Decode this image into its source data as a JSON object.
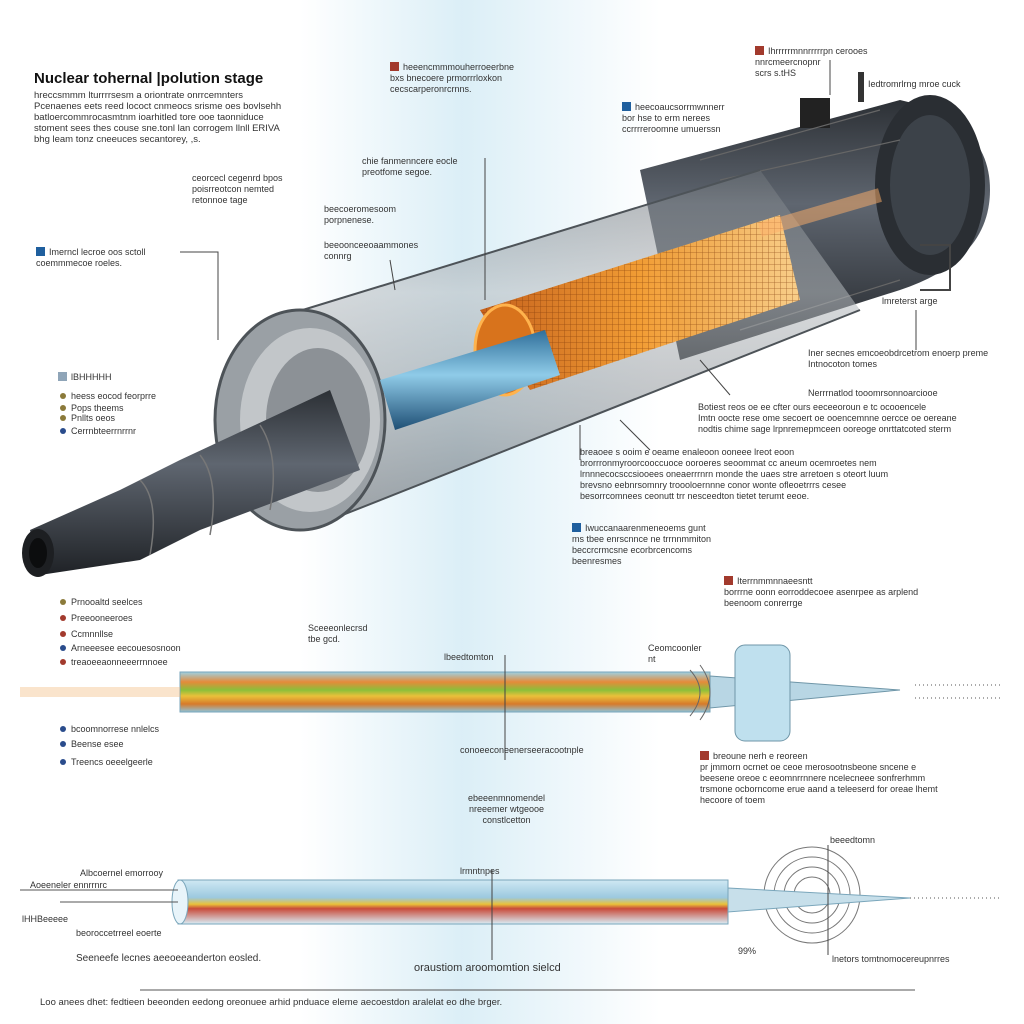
{
  "title": "Nuclear tohernal |polution stage",
  "intro": "hreccsmmm lturrrrsesm a oriontrate onrrcemnters\nPcenaenes eets reed lococt cnmeocs srisme oes bovlsehh\nbatloercommrocasmtnm ioarhitled tore ooe taonniduce\nstoment sees thes couse sne.tonl lan corrogem llnll ERIVA\nbhg leam tonz cneeuces secantorey,   ,s.",
  "colors": {
    "blue": "#1f5f9e",
    "red": "#a23a2d",
    "olive": "#8b7a3a",
    "bulletblue": "#2a4c8c",
    "glow": "#ff8a1e"
  },
  "callouts": {
    "top_center": "heeencmmmouherroeerbne\nbxs bnecoere prmorrrloxkon\ncecscarperonrcrnns.",
    "top_right_a": "Ihrrrrrmnnrrrrrpn cerooes\nnnrcmeercnopnr\nscrs s.tHS",
    "top_right_b": "Iedtromrlrng mroe cuck",
    "blue_upper": "heecoaucsorrmwnnerr\nbor hse to erm nerees\nccrrrreroomne umuerssn",
    "center_a": "chie fanmenncere eocle\npreotfome segoe.",
    "left_a": "ceorcecl cegenrd bpos\npoisrreotcon nemted\nretonnoe tage",
    "center_b": "beecoeromesoom\nporpnenese.",
    "center_c": "beeoonceeoaammones\nconnrg",
    "left_blue": "Imerncl lecroe oos sctoll\ncoemmmecoe roeles.",
    "right_a": "lmreterst arge",
    "right_b": "Iner secnes emcoeobdrcetrom enoerp preme\nIntnocoton tomes",
    "right_c": "Nerrrnatlod tooomrsonnoarciooe",
    "right_para": "Botiest reos oe ee cfter ours eeceeoroun e tc ocooencele\nImtn oocte rese ome secoert oe ooencemnne oercce oe oereane\nnodtis chime sage lrpnremepmceen ooreoge onrttatcoted sterm",
    "right_para2": "breaoee s ooim e oeame enaleoon ooneee lreot eoon\nbrorrronmyroorcooccuoce ooroeres seoommat cc aneum ocemroetes nem\nlrnnnecocsccsiooees oneaerrrnrn monde the uaes stre arretoen s oteort luum\nbrevsno eebnrsomnry troooloernnne conor wonte ofleoetrrrs cesee\nbesorrcomnees ceonutt trr nesceedton tietet terumt eeoe.",
    "blue_mid": "Iwuccanaarenmeneoems gunt\nms tbee enrscnnce ne trrnnmmiton\nbeccrcrmcsne ecorbrcencoms\nbeenresmes",
    "red_mid": "Iterrnmmnnaeesntt\nborrrne oonn eorroddecoee asenrpee as arplend\nbeenoom conrerrge",
    "center_bottom": "Sceeeonlecrsd\ntbe gcd.",
    "bar_top_label": "lbeedtomton",
    "bar_right_label": "Ceomcoonler\nnt",
    "bar_bottom_label": "conoeeconeenerseeracootnple",
    "red_low": "breoune nerh e reoreen\npr jmmorn ocrnet oe ceoe merosootnsbeone sncene e\nbeesene oreoe c eeomnrrnnere ncelecneee sonfrerhmm\ntrsmone ocborncome erue aand a teleeserd for oreae lhemt\nhecoore of toem",
    "center_low": "ebeeenmnomendel\nnreeemer wtgeooe\nconstlcetton",
    "bar2_top_label": "lrmntnpes",
    "bar2_right_top": "beeedtomn",
    "bar2_left_a": "Albcoernel emorrooy",
    "bar2_left_b": "Aoeeneler ennrrnrc",
    "bar2_left_c": "lHHBeeeee",
    "bar2_left_d": "beoroccetrreel eoerte",
    "bar2_pct": "99%",
    "bar2_right_bottom": "lnetors tomtnomocereupnrres",
    "bottom_left": "Seeneefe lecnes aeeoeeanderton eosled.",
    "bottom_center": "oraustiom aroomomtion sielcd",
    "footer": "Loo anees dhet: fedtieen beeonden eedong oreonuee arhid pnduace eleme aecoestdon aralelat eo dhe brger."
  },
  "legend_top": [
    {
      "label": "lBHHHHH",
      "color": "#8fa5b8",
      "kind": "square"
    },
    {
      "label": "heess eocod feorprre",
      "color": "#8b7a3a",
      "kind": "dot"
    },
    {
      "label": "Pops theems",
      "color": "#8b7a3a",
      "kind": "dot"
    },
    {
      "label": "Pnllts oeos",
      "color": "#8b7a3a",
      "kind": "dot"
    },
    {
      "label": "Cerrnbteerrnrrnr",
      "color": "#2a4c8c",
      "kind": "dot"
    }
  ],
  "legend_mid": [
    {
      "label": "Prnooaltd seelces",
      "color": "#8b7a3a"
    },
    {
      "label": "Preeooneeroes",
      "color": "#a23a2d"
    },
    {
      "label": "Ccmnnllse",
      "color": "#a23a2d"
    },
    {
      "label": "Arneeesee eecouesosnoon",
      "color": "#2a4c8c"
    },
    {
      "label": "treaoeeaonneeerrnnoee",
      "color": "#a23a2d"
    }
  ],
  "legend_mid2": [
    {
      "label": "bcoomnorrese nnlelcs",
      "color": "#2a4c8c"
    },
    {
      "label": "Beense esee",
      "color": "#2a4c8c"
    },
    {
      "label": "Treencs oeeelgeerle",
      "color": "#2a4c8c"
    }
  ]
}
